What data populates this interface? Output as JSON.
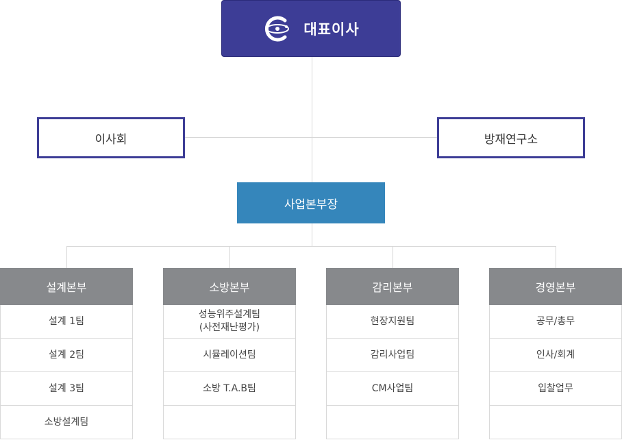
{
  "ceo": {
    "title": "대표이사",
    "logo_icon": "company-logo",
    "color": "#3d3d96"
  },
  "board": {
    "label": "이사회"
  },
  "research": {
    "label": "방재연구소"
  },
  "business_head": {
    "label": "사업본부장",
    "color": "#3586bb"
  },
  "departments": [
    {
      "title": "설계본부",
      "teams": [
        "설계 1팀",
        "설계 2팀",
        "설계 3팀",
        "소방설계팀"
      ]
    },
    {
      "title": "소방본부",
      "teams": [
        "성능위주설계팀\n(사전재난평가)",
        "시뮬레이션팀",
        "소방 T.A.B팀",
        ""
      ]
    },
    {
      "title": "감리본부",
      "teams": [
        "현장지원팀",
        "감리사업팀",
        "CM사업팀",
        ""
      ]
    },
    {
      "title": "경영본부",
      "teams": [
        "공무/총무",
        "인사/회계",
        "입찰업무",
        ""
      ]
    }
  ],
  "colors": {
    "dept_header": "#87898c",
    "connector": "#d6d6d6"
  }
}
